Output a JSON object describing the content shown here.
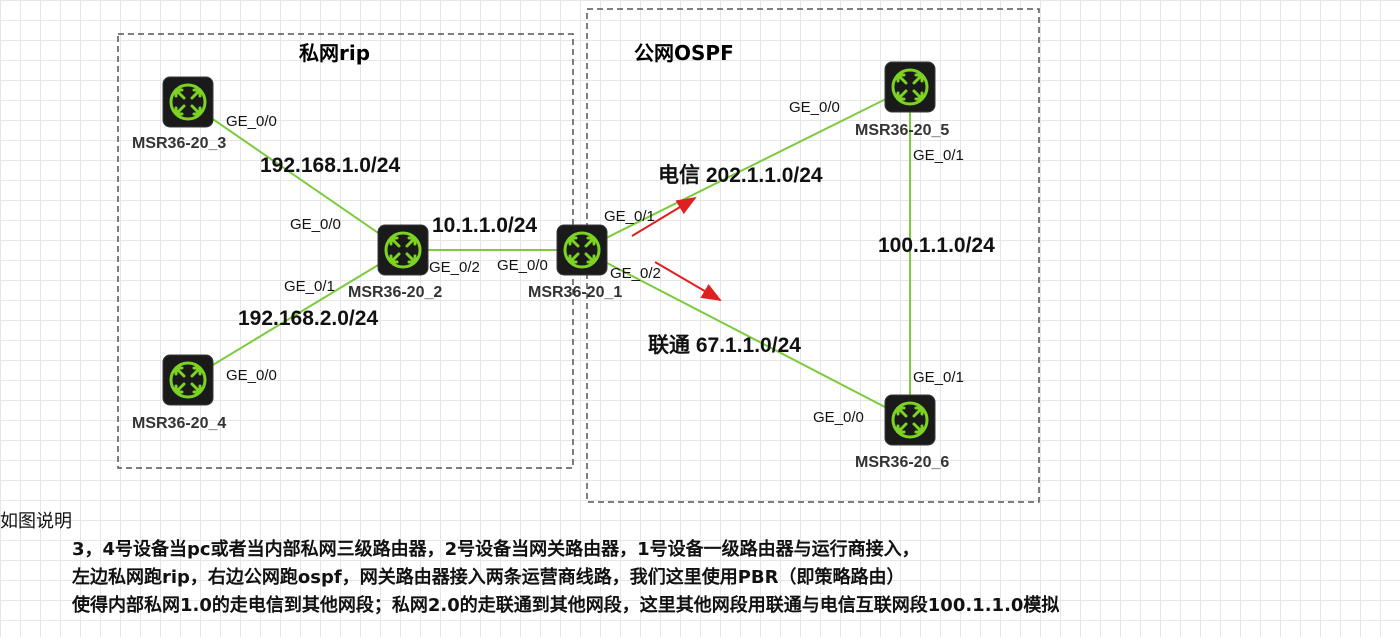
{
  "zones": {
    "private": {
      "title": "私网rip"
    },
    "public": {
      "title": "公网OSPF"
    }
  },
  "devices": {
    "r1": {
      "name": "MSR36-20_1",
      "icon": "router-icon"
    },
    "r2": {
      "name": "MSR36-20_2",
      "icon": "router-icon"
    },
    "r3": {
      "name": "MSR36-20_3",
      "icon": "router-icon"
    },
    "r4": {
      "name": "MSR36-20_4",
      "icon": "router-icon"
    },
    "r5": {
      "name": "MSR36-20_5",
      "icon": "router-icon"
    },
    "r6": {
      "name": "MSR36-20_6",
      "icon": "router-icon"
    }
  },
  "ports": {
    "r3_ge00": "GE_0/0",
    "r2_ge00": "GE_0/0",
    "r2_ge01": "GE_0/1",
    "r4_ge00": "GE_0/0",
    "r2_ge02": "GE_0/2",
    "r1_ge00": "GE_0/0",
    "r1_ge01": "GE_0/1",
    "r1_ge02": "GE_0/2",
    "r5_ge00": "GE_0/0",
    "r5_ge01": "GE_0/1",
    "r6_ge00": "GE_0/0",
    "r6_ge01": "GE_0/1"
  },
  "subnets": {
    "r3_r2": "192.168.1.0/24",
    "r4_r2": "192.168.2.0/24",
    "r2_r1": "10.1.1.0/24",
    "r1_r5": "电信 202.1.1.0/24",
    "r1_r6": "联通 67.1.1.0/24",
    "r5_r6": "100.1.1.0/24"
  },
  "colors": {
    "link": "#7ccb3c",
    "arrow": "#e02020",
    "router_body": "#1a1a1a",
    "router_glyph": "#7dd321"
  },
  "description": {
    "heading": "如图说明",
    "lines": [
      "3，4号设备当pc或者当内部私网三级路由器，2号设备当网关路由器，1号设备一级路由器与运行商接入，",
      "左边私网跑rip，右边公网跑ospf，网关路由器接入两条运营商线路，我们这里使用PBR（即策略路由）",
      "使得内部私网1.0的走电信到其他网段；私网2.0的走联通到其他网段，这里其他网段用联通与电信互联网段100.1.1.0模拟"
    ]
  }
}
